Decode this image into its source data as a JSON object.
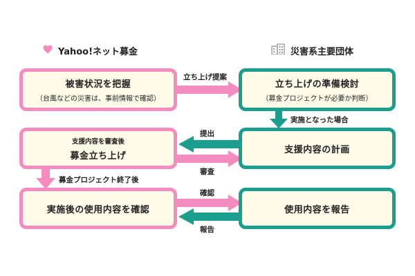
{
  "colors": {
    "pink": "#f58cbf",
    "teal": "#1b9e8e",
    "box_fill": "#fefbe9",
    "icon_gray": "#9a9a9a"
  },
  "header_left": {
    "icon": "heart-icon",
    "label": "Yahoo!ネット募金"
  },
  "header_right": {
    "icon": "building-icon",
    "label": "災害系主要団体"
  },
  "boxes": {
    "b1": {
      "title": "被害状況を把握",
      "sub": "（台風などの災害は、事前情報で確認）"
    },
    "b2": {
      "title": "立ち上げの準備検討",
      "sub": "（募金プロジェクトが必要か判断）"
    },
    "b3": {
      "small": "支援内容を審査後",
      "title": "募金立ち上げ"
    },
    "b4": {
      "title": "支援内容の計画"
    },
    "b5": {
      "title": "実施後の使用内容を確認"
    },
    "b6": {
      "title": "使用内容を報告"
    }
  },
  "arrow_labels": {
    "propose": "立ち上げ提案",
    "after_decision": "実施となった場合",
    "submit": "提出",
    "review": "審査",
    "project_end": "募金プロジェクト終了後",
    "confirm": "確認",
    "report": "報告"
  }
}
